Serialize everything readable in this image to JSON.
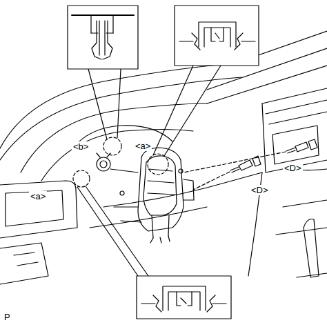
{
  "diagram": {
    "labels": [
      "<b>",
      "<a>",
      "<a>",
      "<D>",
      "<D>",
      "P"
    ]
  }
}
